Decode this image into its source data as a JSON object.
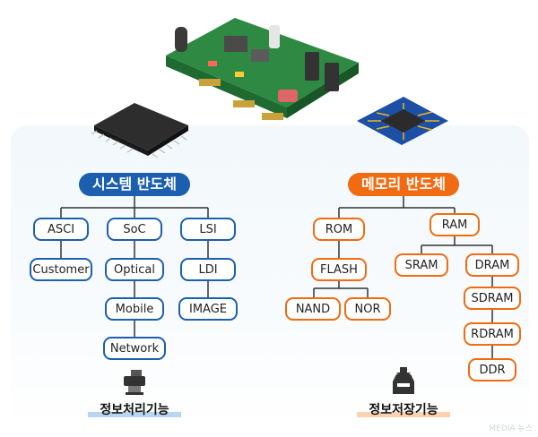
{
  "system": {
    "title": "시스템 반도체",
    "columns": [
      [
        "ASCI",
        "Customer"
      ],
      [
        "SoC",
        "Optical",
        "Mobile",
        "Network"
      ],
      [
        "LSI",
        "LDI",
        "IMAGE"
      ]
    ],
    "footer": "정보처리기능"
  },
  "memory": {
    "title": "메모리 반도체",
    "rom": "ROM",
    "flash": "FLASH",
    "nand": "NAND",
    "nor": "NOR",
    "ram": "RAM",
    "sram": "SRAM",
    "dram": "DRAM",
    "dram_types": [
      "SDRAM",
      "RDRAM",
      "DDR"
    ],
    "footer": "정보저장기능"
  },
  "watermark": "MEDIA 뉴스",
  "colors": {
    "blue": "#1b5fae",
    "orange": "#f06b12",
    "connector": "#333333"
  },
  "icons": {
    "system_footer": "printer-icon",
    "memory_footer": "storage-tray-icon"
  }
}
